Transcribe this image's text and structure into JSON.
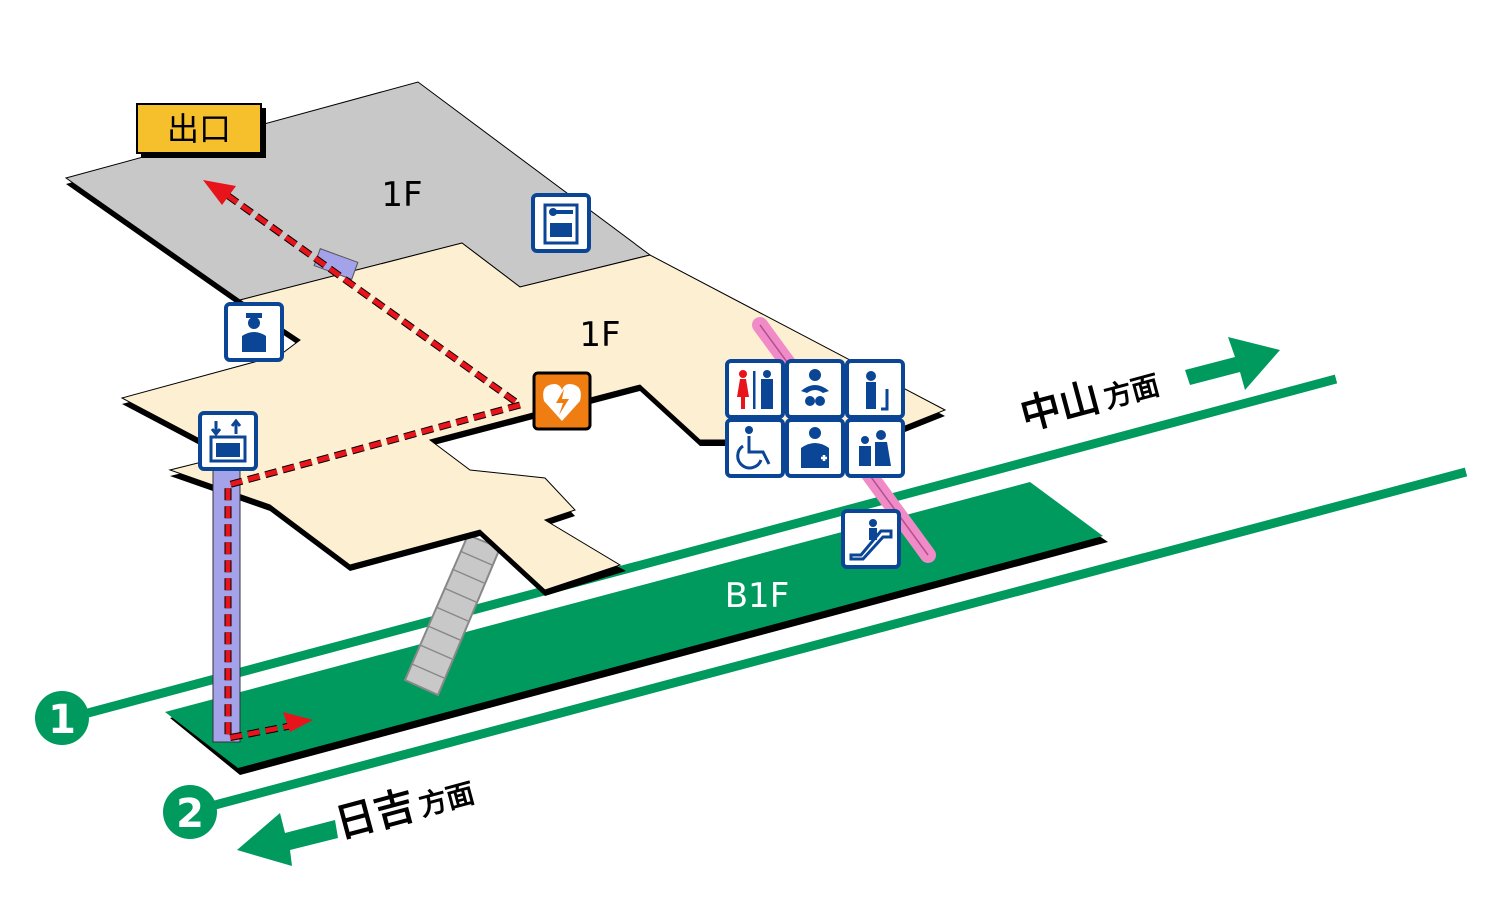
{
  "exit_label": "出口",
  "floors": {
    "upper_gray": "1F",
    "upper_beige": "1F",
    "platform": "B1F"
  },
  "tracks": [
    {
      "number": "1",
      "direction_main": "中山",
      "direction_suffix": "方面"
    },
    {
      "number": "2",
      "direction_main": "日吉",
      "direction_suffix": "方面"
    }
  ],
  "icons": [
    "coin-locker-icon",
    "station-staff-icon",
    "elevator-icon",
    "aed-icon",
    "restroom-icon",
    "baby-care-icon",
    "multipurpose-toilet-icon",
    "wheelchair-icon",
    "first-aid-icon",
    "nursing-room-icon",
    "escalator-icon"
  ],
  "colors": {
    "green": "#009a5e",
    "beige": "#fdf0d2",
    "gray": "#c8c8c8",
    "route": "#e8141b",
    "icon_blue": "#0a4596",
    "exit_yellow": "#f5c02c",
    "aed_orange": "#f07d12",
    "escalator_pink": "#f08bc8",
    "elevator_purple": "#a4a2e8"
  }
}
